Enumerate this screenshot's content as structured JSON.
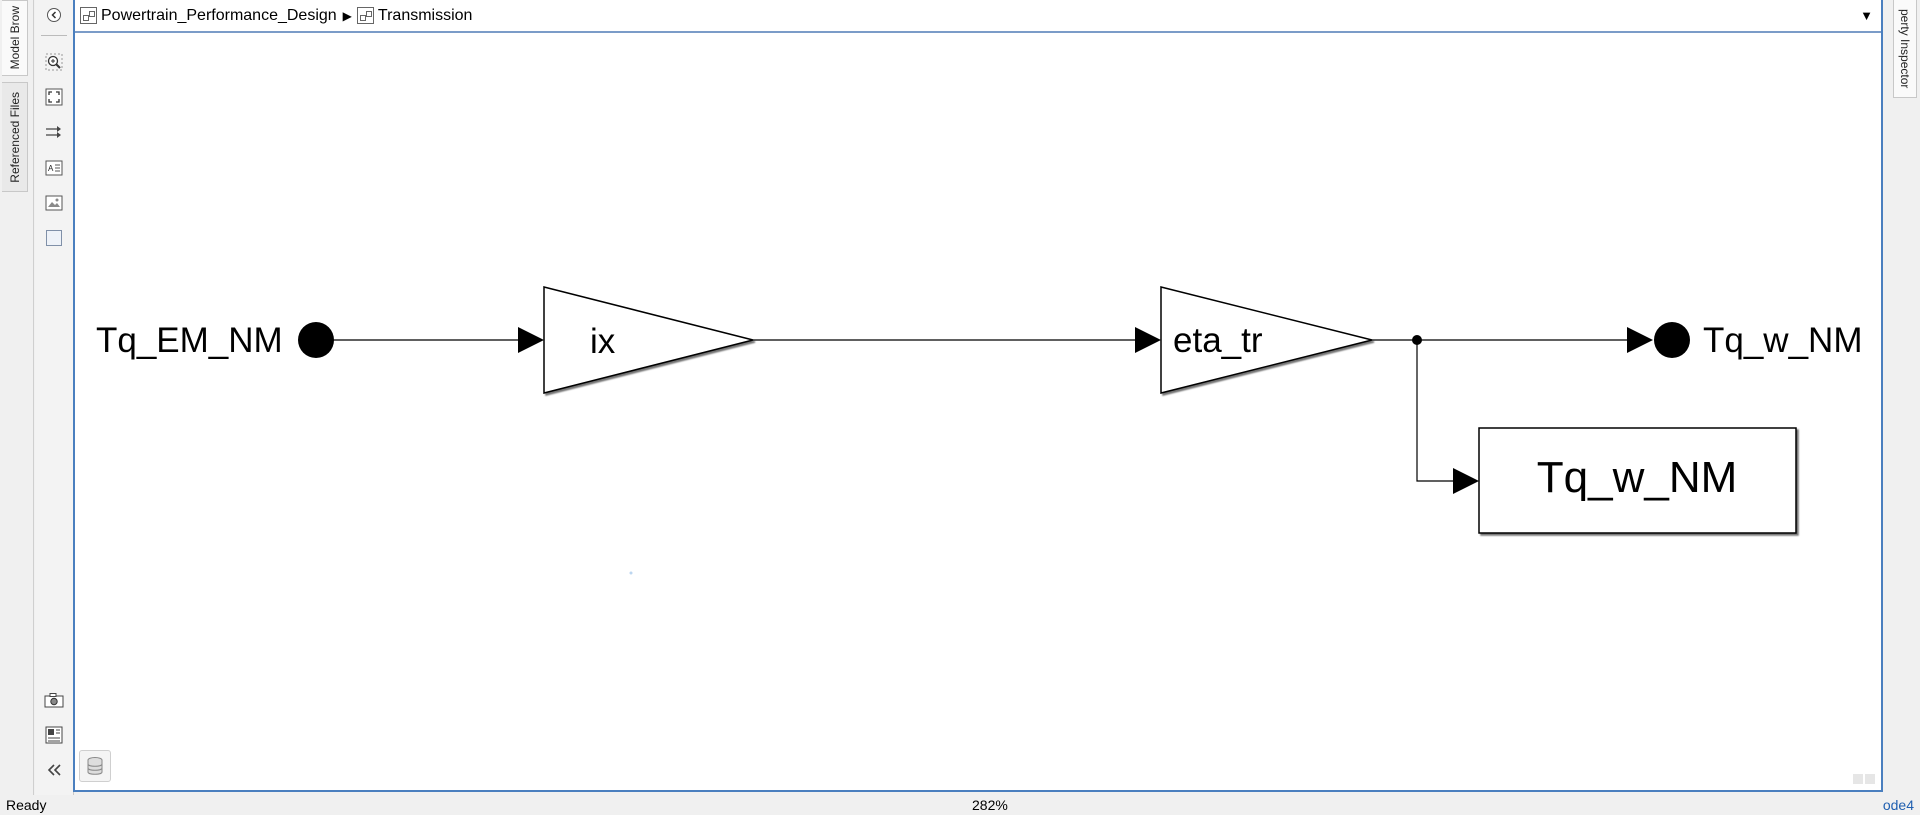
{
  "left_panel": {
    "tabs": [
      {
        "label": "Model Brow"
      },
      {
        "label": "Referenced Files"
      }
    ]
  },
  "right_panel": {
    "tab_label": "perty Inspector"
  },
  "toolbar": {
    "tools": [
      {
        "name": "back-icon"
      },
      {
        "name": "zoom-in-icon"
      },
      {
        "name": "fit-to-view-icon"
      },
      {
        "name": "route-lines-icon"
      },
      {
        "name": "annotation-icon"
      },
      {
        "name": "image-icon"
      },
      {
        "name": "area-icon"
      },
      {
        "name": "camera-icon"
      },
      {
        "name": "property-inspector-icon"
      },
      {
        "name": "collapse-icon"
      }
    ]
  },
  "breadcrumb": {
    "items": [
      {
        "label": "Powertrain_Performance_Design"
      },
      {
        "label": "Transmission"
      }
    ]
  },
  "diagram": {
    "inport_label": "Tq_EM_NM",
    "gain1_label": "ix",
    "gain2_label": "eta_tr",
    "outport_label": "Tq_w_NM",
    "display_label": "Tq_w_NM"
  },
  "status": {
    "left": "Ready",
    "zoom": "282%",
    "solver": "ode4"
  }
}
